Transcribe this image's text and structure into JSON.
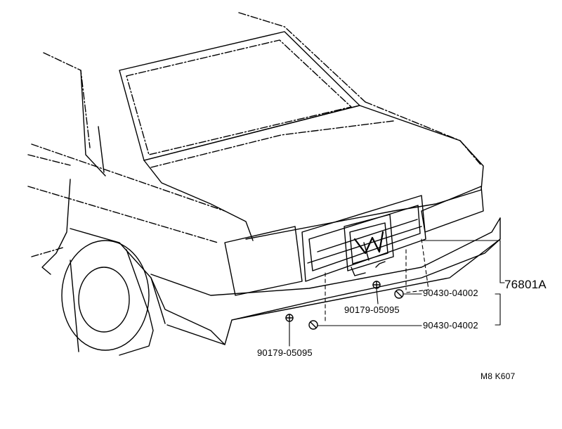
{
  "labels": {
    "assembly_part": "76801A",
    "screw_upper_right": "90430-04002",
    "screw_lower_right": "90430-04002",
    "clip_center": "90179-05095",
    "clip_left": "90179-05095",
    "figure_code": "M8 K607"
  },
  "icons": [
    "screw-icon",
    "clip-icon"
  ]
}
